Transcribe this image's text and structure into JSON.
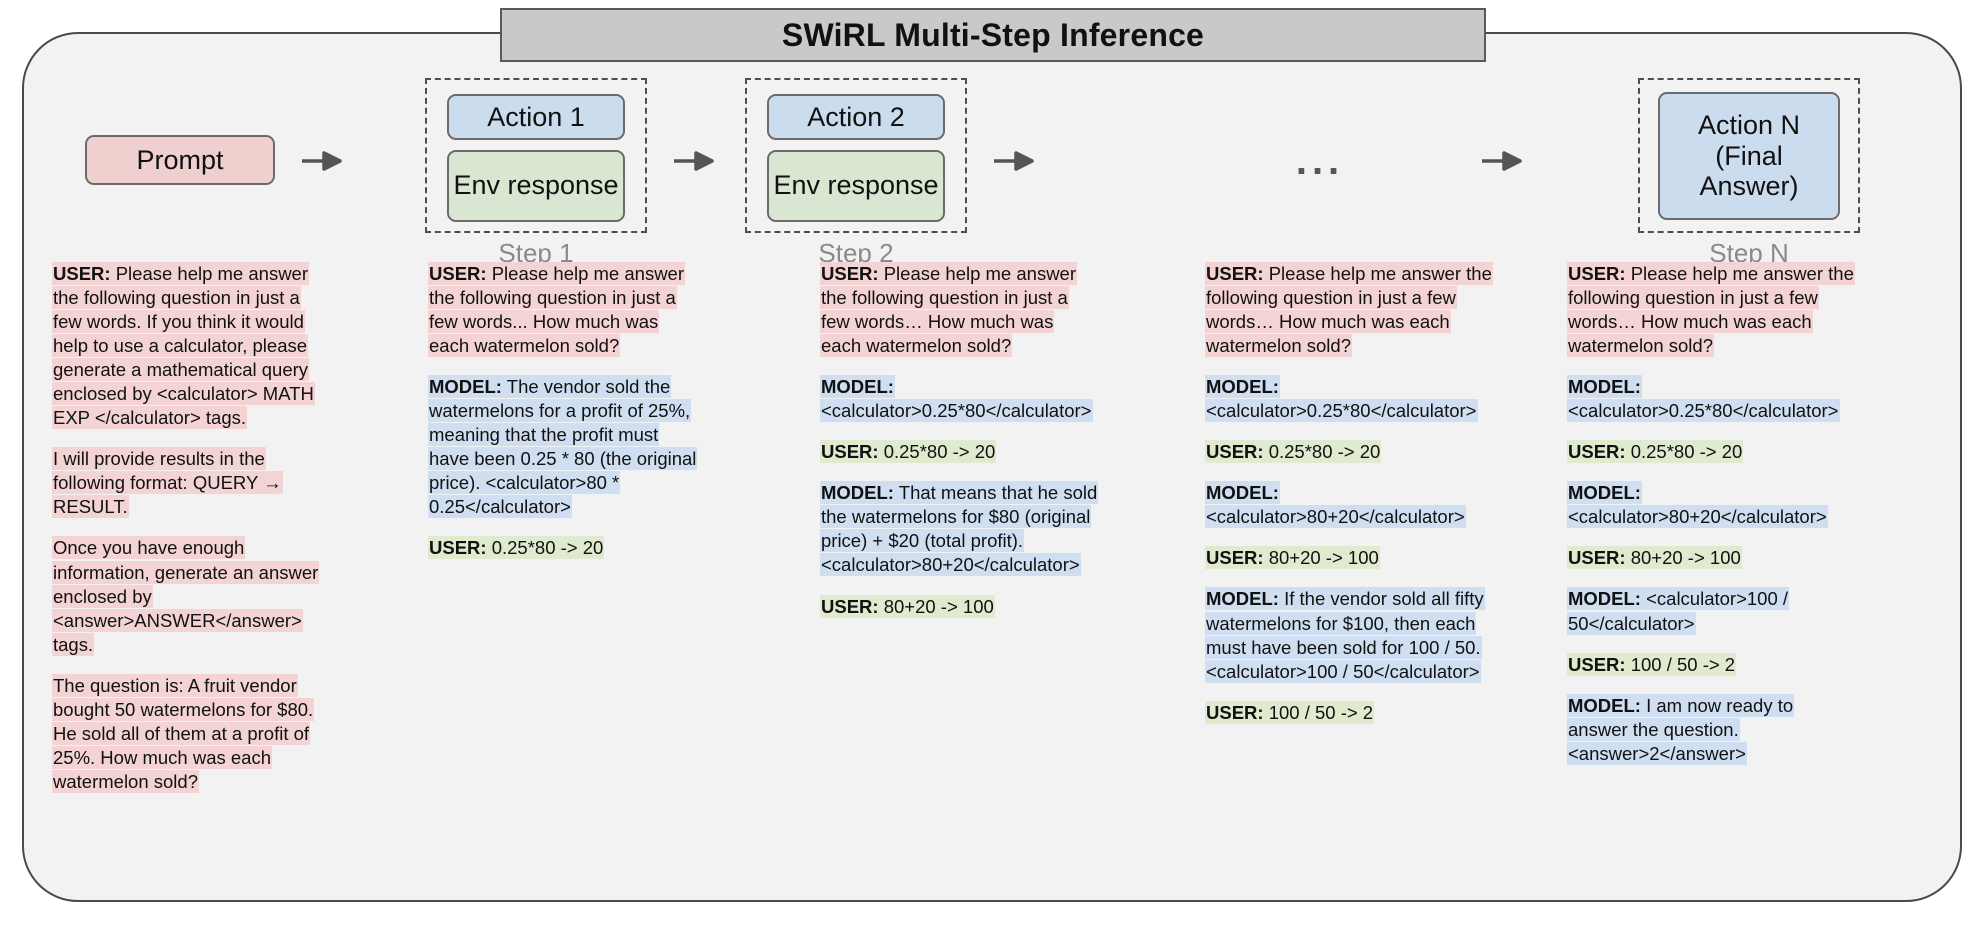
{
  "title": "SWiRL Multi-Step Inference",
  "flow": {
    "prompt_label": "Prompt",
    "steps": [
      {
        "action": "Action 1",
        "env": "Env response",
        "step_label": "Step 1"
      },
      {
        "action": "Action 2",
        "env": "Env response",
        "step_label": "Step 2"
      },
      {
        "action": "Action N\n(Final\nAnswer)",
        "action_line1": "Action N",
        "action_line2": "(Final",
        "action_line3": "Answer)",
        "step_label": "Step N"
      }
    ],
    "ellipsis": "...",
    "arrow_icon": "right-arrow"
  },
  "colors": {
    "user_highlight": "#f3d3d3",
    "model_highlight": "#cfdff1",
    "env_highlight": "#dfeacf",
    "action_box": "#ccdcef",
    "env_box": "#d9e7d2",
    "prompt_box": "#f0cfcf",
    "banner": "#c9c9c9",
    "card_background": "#f2f2f2"
  },
  "columns": [
    {
      "name": "prompt-column",
      "messages": [
        {
          "type": "user",
          "role": "USER:",
          "text": " Please help me answer the following question in just a few words. If you think it would help to use a calculator, please generate a mathematical query enclosed by <calculator> MATH EXP </calculator> tags."
        },
        {
          "type": "user",
          "role": "",
          "text": "I will provide results in the following format: QUERY → RESULT."
        },
        {
          "type": "user",
          "role": "",
          "text": "Once you have enough information, generate an answer enclosed by <answer>ANSWER</answer> tags."
        },
        {
          "type": "user",
          "role": "",
          "text": "The question is: A fruit vendor bought 50 watermelons for $80. He sold all of them at a profit of 25%. How much was each watermelon sold?"
        }
      ]
    },
    {
      "name": "step-1-column",
      "messages": [
        {
          "type": "user",
          "role": "USER:",
          "text": " Please help me answer the following question in just a few words... How much was each watermelon sold?"
        },
        {
          "type": "model",
          "role": "MODEL:",
          "text": " The vendor sold the watermelons for a profit of 25%, meaning that the profit must have been 0.25 * 80 (the original price). <calculator>80 * 0.25</calculator>"
        },
        {
          "type": "env",
          "role": "USER:",
          "text": " 0.25*80 -> 20"
        }
      ]
    },
    {
      "name": "step-2-column",
      "messages": [
        {
          "type": "user",
          "role": "USER:",
          "text": " Please help me answer the following question in just a few words… How much was each watermelon sold?"
        },
        {
          "type": "model",
          "role": "MODEL:",
          "text": " <calculator>0.25*80</calculator>"
        },
        {
          "type": "env",
          "role": "USER:",
          "text": " 0.25*80 -> 20"
        },
        {
          "type": "model",
          "role": "MODEL:",
          "text": " That means that he sold the watermelons for $80 (original price) + $20 (total profit). <calculator>80+20</calculator>"
        },
        {
          "type": "env",
          "role": "USER:",
          "text": " 80+20 -> 100"
        }
      ]
    },
    {
      "name": "step-3-column",
      "messages": [
        {
          "type": "user",
          "role": "USER:",
          "text": " Please help me answer the following question in just a few words… How much was each watermelon sold?"
        },
        {
          "type": "model",
          "role": "MODEL:",
          "text": " <calculator>0.25*80</calculator>"
        },
        {
          "type": "env",
          "role": "USER:",
          "text": " 0.25*80 -> 20"
        },
        {
          "type": "model",
          "role": "MODEL:",
          "text": " <calculator>80+20</calculator>"
        },
        {
          "type": "env",
          "role": "USER:",
          "text": " 80+20 -> 100"
        },
        {
          "type": "model",
          "role": "MODEL:",
          "text": " If the vendor sold all fifty watermelons for $100, then each must have been sold for 100 / 50. <calculator>100 / 50</calculator>"
        },
        {
          "type": "env",
          "role": "USER:",
          "text": " 100 / 50 -> 2"
        }
      ]
    },
    {
      "name": "step-n-column",
      "messages": [
        {
          "type": "user",
          "role": "USER:",
          "text": " Please help me answer the following question in just a few words… How much was each watermelon sold?"
        },
        {
          "type": "model",
          "role": "MODEL:",
          "text": " <calculator>0.25*80</calculator>"
        },
        {
          "type": "env",
          "role": "USER:",
          "text": " 0.25*80 -> 20"
        },
        {
          "type": "model",
          "role": "MODEL:",
          "text": " <calculator>80+20</calculator>"
        },
        {
          "type": "env",
          "role": "USER:",
          "text": " 80+20 -> 100"
        },
        {
          "type": "model",
          "role": "MODEL:",
          "text": " <calculator>100 / 50</calculator>"
        },
        {
          "type": "env",
          "role": "USER:",
          "text": " 100 / 50 -> 2"
        },
        {
          "type": "model",
          "role": "MODEL:",
          "text": " I am now ready to answer the question. <answer>2</answer>"
        }
      ]
    }
  ]
}
